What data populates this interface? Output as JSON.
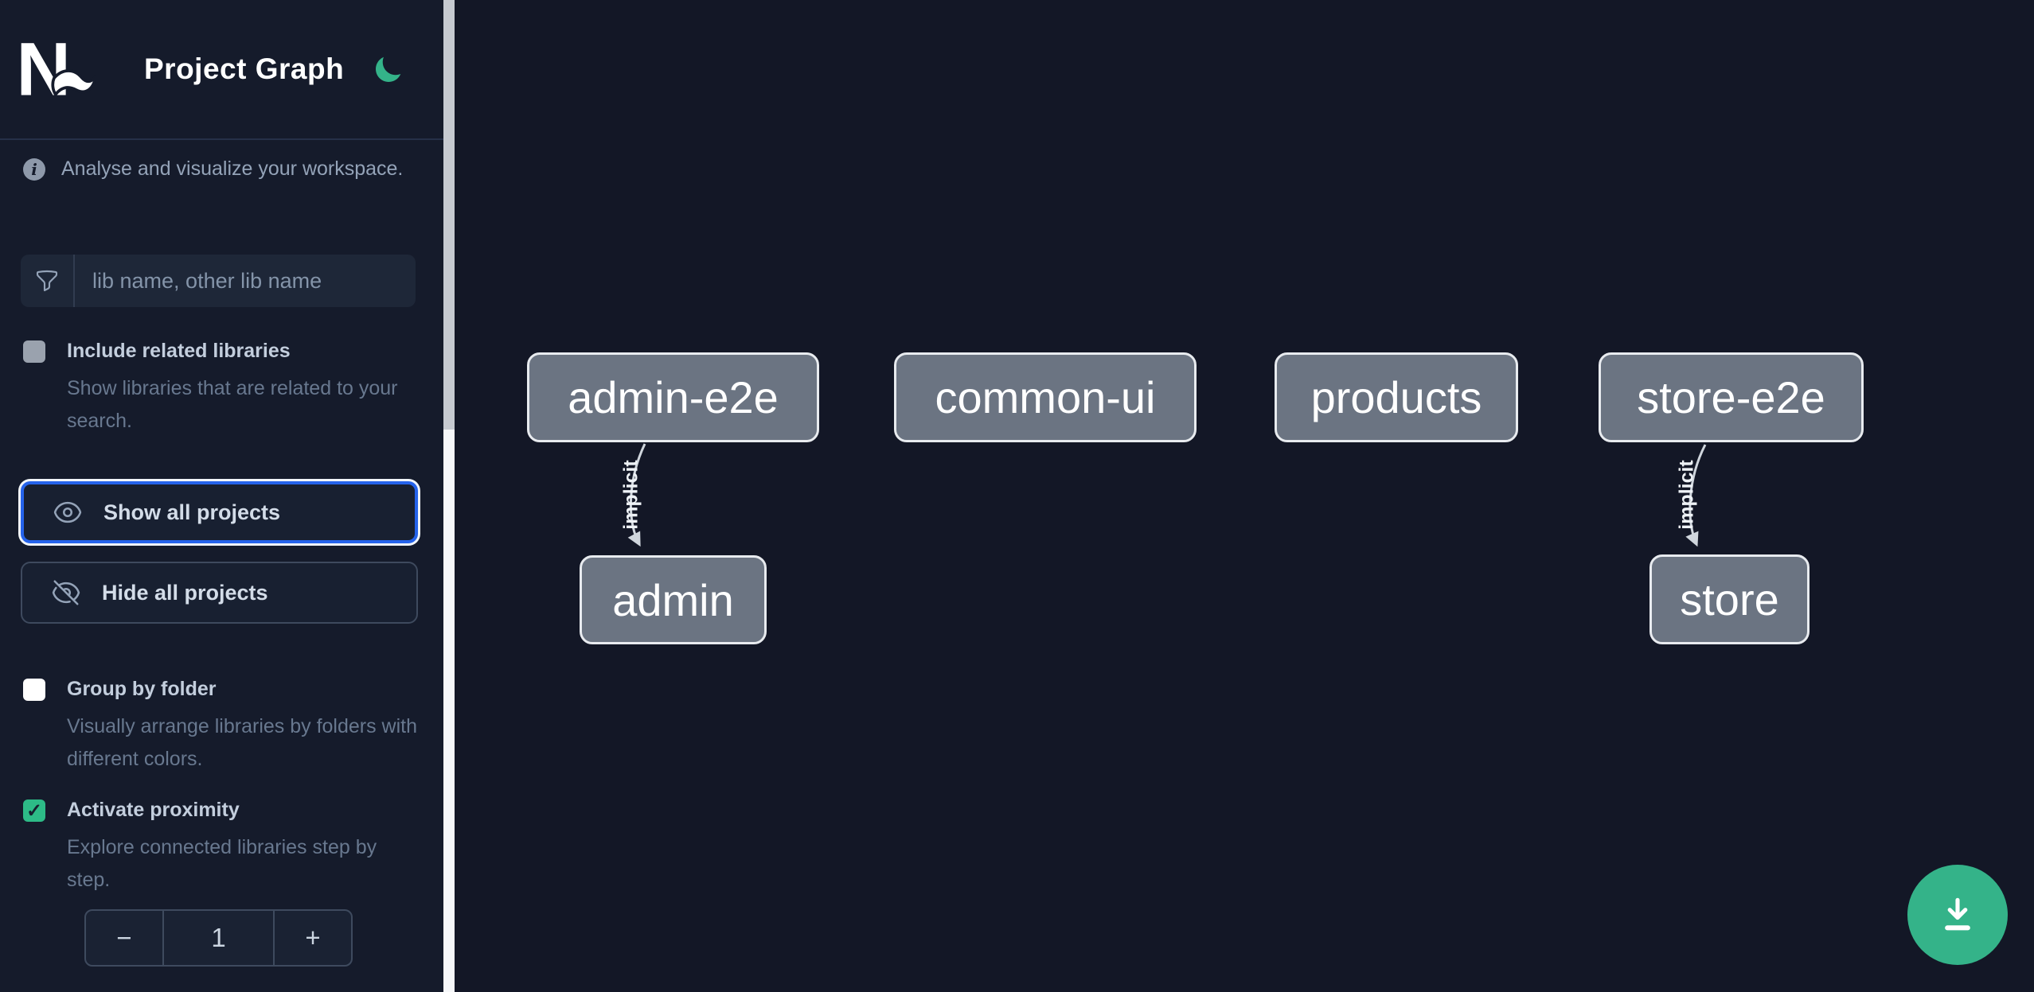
{
  "app": {
    "title": "Project Graph",
    "logo": "nx-logo",
    "theme_toggle_icon": "moon"
  },
  "sidebar": {
    "tagline": "Analyse and visualize your workspace.",
    "search": {
      "placeholder": "lib name, other lib name",
      "value": "",
      "icon": "funnel-icon"
    },
    "toggles": [
      {
        "label": "Include related libraries",
        "description": "Show libraries that are related to your search.",
        "checked": false,
        "state": "disabled"
      },
      {
        "label": "Group by folder",
        "description": "Visually arrange libraries by folders with different colors.",
        "checked": false,
        "state": "enabled"
      },
      {
        "label": "Activate proximity",
        "description": "Explore connected libraries step by step.",
        "checked": true,
        "state": "enabled",
        "checkmark": "✓"
      }
    ],
    "buttons": [
      {
        "label": "Show all projects",
        "icon": "eye-icon",
        "focused": true
      },
      {
        "label": "Hide all projects",
        "icon": "eye-slash-icon",
        "focused": false
      }
    ],
    "stepper": {
      "decrement": "−",
      "value": "1",
      "increment": "+"
    }
  },
  "graph": {
    "nodes": [
      {
        "id": "admin-e2e",
        "label": "admin-e2e"
      },
      {
        "id": "common-ui",
        "label": "common-ui"
      },
      {
        "id": "products",
        "label": "products"
      },
      {
        "id": "store-e2e",
        "label": "store-e2e"
      },
      {
        "id": "admin",
        "label": "admin"
      },
      {
        "id": "store",
        "label": "store"
      }
    ],
    "edges": [
      {
        "from": "admin-e2e",
        "to": "admin",
        "label": "implicit"
      },
      {
        "from": "store-e2e",
        "to": "store",
        "label": "implicit"
      }
    ]
  },
  "fab": {
    "icon": "download-icon"
  },
  "colors": {
    "accent_green": "#34b389",
    "focus_blue": "#2563eb",
    "node_fill": "#6b7482",
    "node_border": "#e8ebef",
    "sidebar_bg": "#151b2b",
    "canvas_bg": "#131726",
    "checkbox_checked": "#2dbb87"
  }
}
